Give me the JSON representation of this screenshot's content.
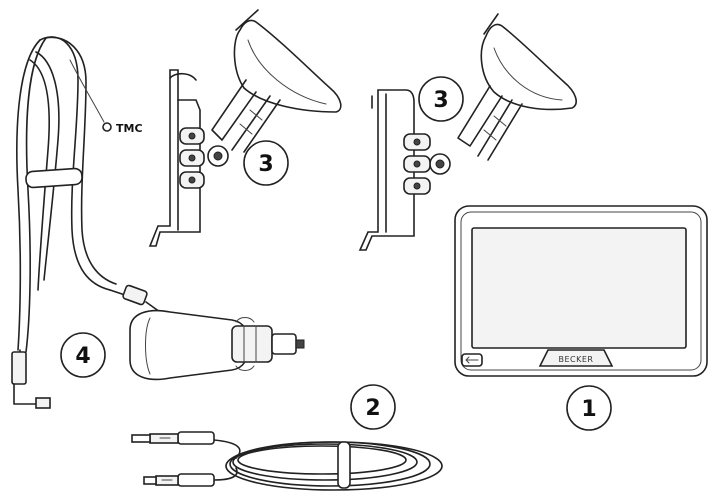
{
  "callouts": {
    "navigation_device": "1",
    "usb_cable": "2",
    "holder_left": "3",
    "holder_right": "3",
    "car_charger": "4"
  },
  "labels": {
    "tmc": "TMC",
    "brand": "BECKER"
  }
}
